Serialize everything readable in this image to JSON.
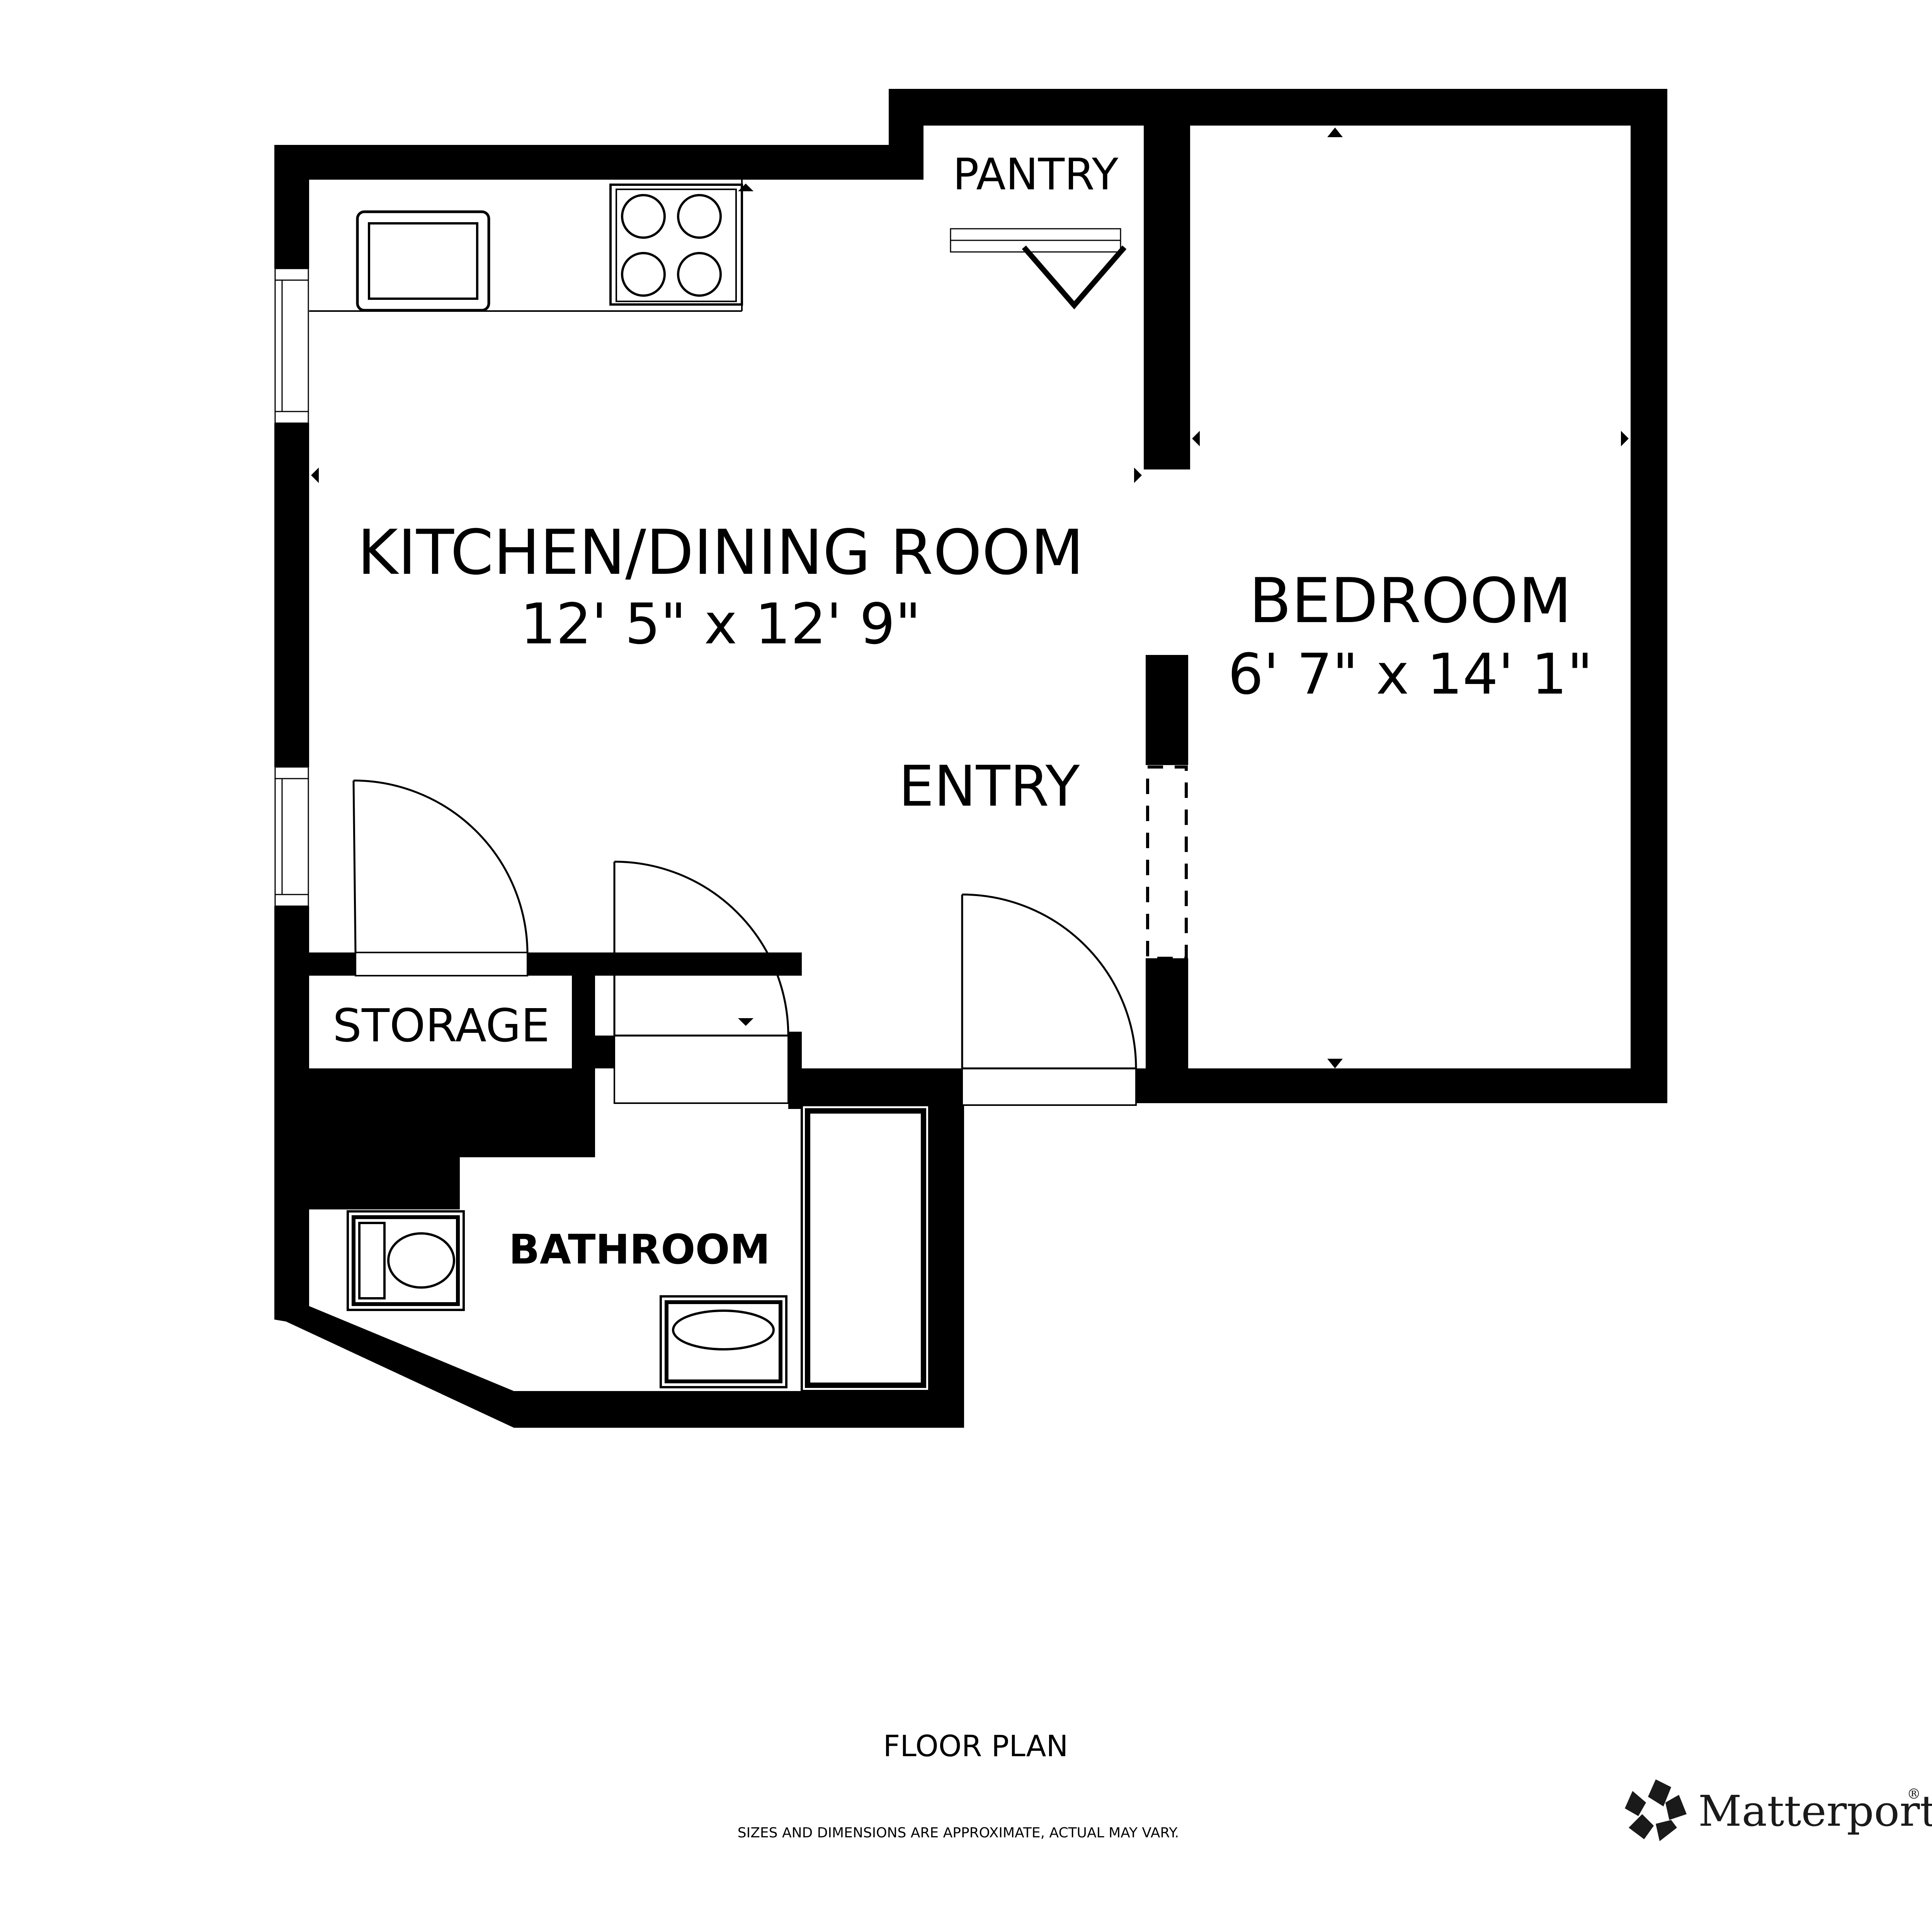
{
  "rooms": {
    "kitchen_dining": {
      "name": "KITCHEN/DINING ROOM",
      "dims": "12' 5\" x 12' 9\""
    },
    "bedroom": {
      "name": "BEDROOM",
      "dims": "6' 7\" x 14' 1\""
    },
    "pantry": {
      "name": "PANTRY"
    },
    "entry": {
      "name": "ENTRY"
    },
    "storage": {
      "name": "STORAGE"
    },
    "bathroom": {
      "name": "BATHROOM"
    }
  },
  "footer": {
    "title": "FLOOR PLAN",
    "disclaimer": "SIZES AND DIMENSIONS ARE APPROXIMATE, ACTUAL MAY VARY."
  },
  "brand": {
    "name": "Matterport",
    "registered": "®"
  },
  "colors": {
    "wall": "#000000",
    "background": "#ffffff"
  }
}
